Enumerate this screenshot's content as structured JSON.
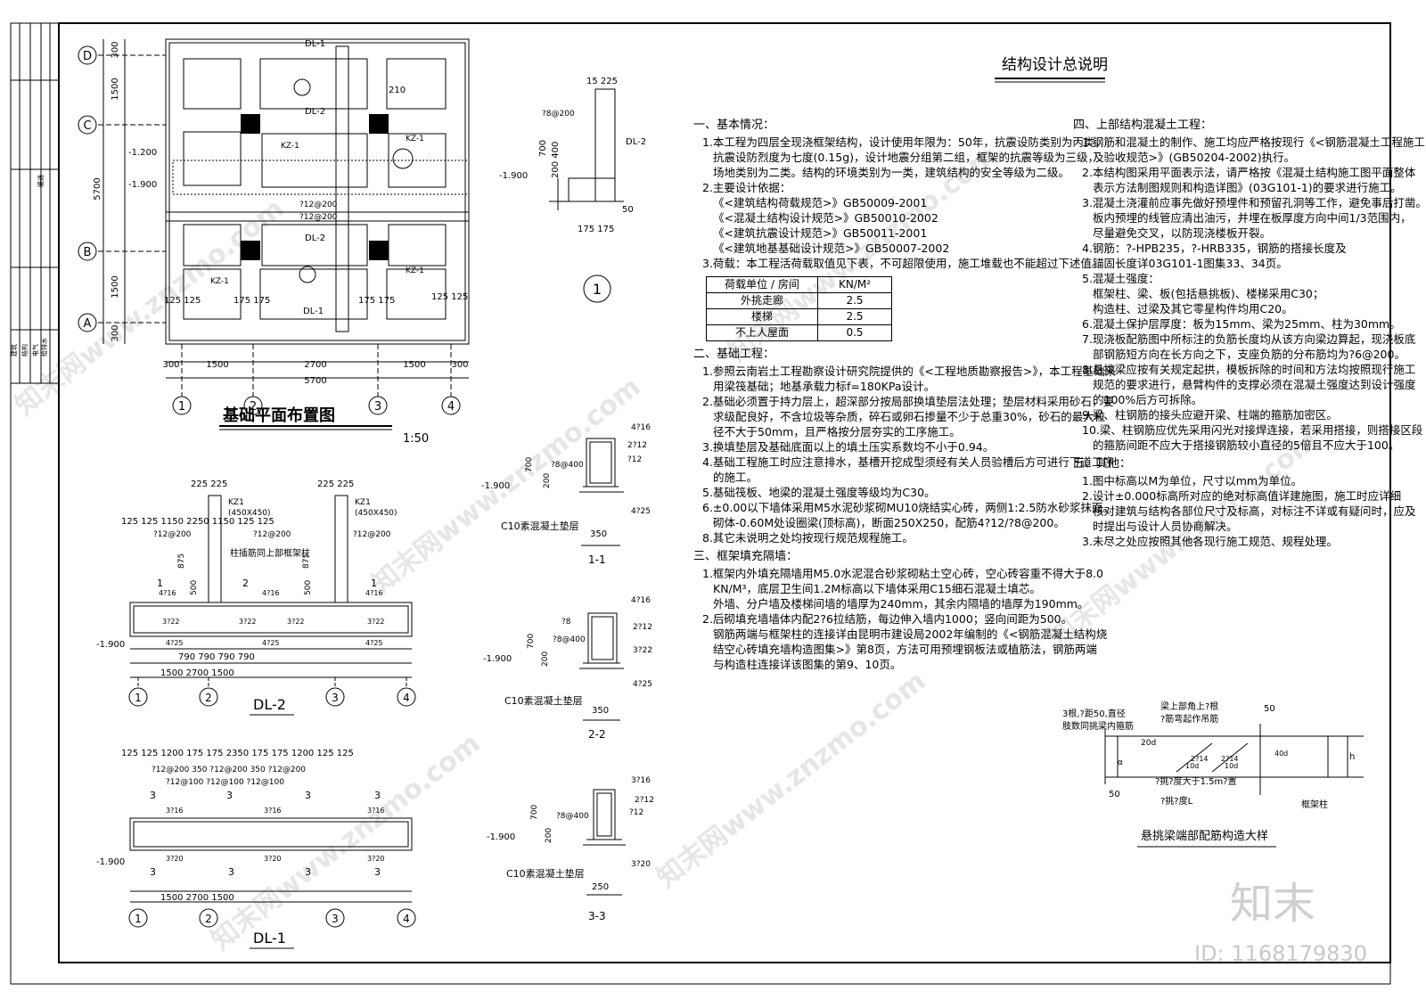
{
  "title_block": {
    "col_labels": [
      "建筑",
      "结构",
      "电气",
      "给排水",
      "暖通"
    ]
  },
  "plan": {
    "title": "基础平面布置图",
    "scale": "1:50",
    "grid_rows": [
      "D",
      "C",
      "B",
      "A"
    ],
    "grid_cols": [
      "1",
      "2",
      "3",
      "4"
    ],
    "left_dims": [
      "300",
      "1500",
      "5700",
      "1500",
      "300"
    ],
    "bottom_dims": [
      "300",
      "1500",
      "2700",
      "1500",
      "300"
    ],
    "total_dim": "5700",
    "labels": {
      "dl1": "DL-1",
      "dl2": "DL-2",
      "kz1": "KZ-1",
      "e1": "-1.200",
      "e2": "-1.900",
      "bar1": "?12@200",
      "bar2": "?12@200",
      "d125": "125 125",
      "d175": "175 175",
      "d210": "210",
      "sec": "1"
    }
  },
  "detail1": {
    "dims": [
      "15 225",
      "?8@200",
      "DL-2",
      "700",
      "200 400",
      "-1.900",
      "50",
      "175 175"
    ],
    "mark": "1"
  },
  "sections": [
    {
      "name": "1-1",
      "top": "4?16",
      "t2": "2?12",
      "t3": "?12",
      "stirrup": "?8@400",
      "bottom": "4?25",
      "elev": "-1.900",
      "dim700": "700",
      "dim200": "200",
      "pad": "C10素混凝土垫层",
      "width": "350"
    },
    {
      "name": "2-2",
      "top": "4?16",
      "t2": "2?12",
      "t3": "3?22",
      "stirrup": "?8@400",
      "t0": "?8",
      "bottom": "4?25",
      "elev": "-1.900",
      "dim700": "700",
      "dim200": "200",
      "pad": "C10素混凝土垫层",
      "width": "350"
    },
    {
      "name": "3-3",
      "top": "3?16",
      "t2": "2?12",
      "t3": "?12",
      "stirrup": "?8@400",
      "bottom": "3?20",
      "elev": "-1.900",
      "dim700": "700",
      "dim200": "200",
      "pad": "C10素混凝土垫层",
      "width": "250"
    }
  ],
  "dl2": {
    "title": "DL-2",
    "top_dims": "125 125 1150        2250        1150 125 125",
    "col_dims": "225 225",
    "kz": "KZ1",
    "kz_size": "(450X450)",
    "bar": "?12@200",
    "note": "柱插筋同上部框架柱",
    "h875": "875",
    "h500": "500",
    "r1": "4?16",
    "r2": "3?22",
    "r3": "4?25",
    "sec": "1",
    "sec2": "2",
    "elev": "-1.900",
    "dims_row1": "790   790   790   790",
    "dims_row2": "1500   2700   1500",
    "axes": [
      "1",
      "2",
      "3",
      "4"
    ]
  },
  "dl1": {
    "title": "DL-1",
    "top_dims": "125 125 1200 175 175     2350     175 175 1200 125 125",
    "bar_row1": "?12@200 350   ?12@200   350 ?12@200",
    "bar_row2": "?12@100   ?12@100   ?12@100",
    "sec": "3",
    "r1": "3?16",
    "r2": "3?20",
    "elev": "-1.900",
    "dims_row": "1500   2700   1500",
    "axes": [
      "1",
      "2",
      "3",
      "4"
    ]
  },
  "notes_title": "结构设计总说明",
  "notes_left": [
    {
      "h": "一、基本情况："
    },
    {
      "p": "1.本工程为四层全现浇框架结构，设计使用年限为：50年，抗震设防类别为丙类，"
    },
    {
      "q": "抗震设防烈度为七度(0.15g)，设计地震分组第二组，框架的抗震等级为三级，"
    },
    {
      "q": "场地类别为二类。结构的环境类别为一类，建筑结构的安全等级为二级。"
    },
    {
      "p": "2.主要设计依据："
    },
    {
      "q": "《<建筑结构荷载规范>》GB50009-2001"
    },
    {
      "q": "《<混凝土结构设计规范>》GB50010-2002"
    },
    {
      "q": "《<建筑抗震设计规范>》GB50011-2001"
    },
    {
      "q": "《<建筑地基基础设计规范>》GB50007-2002"
    },
    {
      "p": "3.荷载：本工程活荷载取值见下表，不可超限使用，施工堆载也不能超过下述值。"
    }
  ],
  "load_table": {
    "header": [
      "房间",
      "荷载单位",
      "KN/M²"
    ],
    "rows": [
      [
        "外挑走廊",
        "2.5"
      ],
      [
        "楼梯",
        "2.5"
      ],
      [
        "不上人屋面",
        "0.5"
      ]
    ]
  },
  "notes_left2": [
    {
      "h": "二、基础工程："
    },
    {
      "p": "1.参照云南岩土工程勘察设计研究院提供的《<工程地质勘察报告>》，本工程基础采"
    },
    {
      "q": "用梁筏基础；地基承载力标f=180KPa设计。"
    },
    {
      "p": "2.基础必须置于持力层上，超深部分按局部换填垫层法处理；垫层材料采用砂石，要"
    },
    {
      "q": "求级配良好，不含垃圾等杂质，碎石或卵石掺量不少于总重30%，砂石的最大粒"
    },
    {
      "q": "径不大于50mm，且严格按分层夯实的工序施工。"
    },
    {
      "p": "3.换填垫层及基础底面以上的填土压实系数均不小于0.94。"
    },
    {
      "p": "4.基础工程施工时应注意排水，基槽开挖成型须经有关人员验槽后方可进行下道工序"
    },
    {
      "q": "的施工。"
    },
    {
      "p": "5.基础筏板、地梁的混凝土强度等级均为C30。"
    },
    {
      "p": "6.±0.00以下墙体采用M5水泥砂浆砌MU10烧结实心砖，两侧1:2.5防水砂浆抹面。"
    },
    {
      "q": "砌体-0.60M处设圈梁(顶标高)，断面250X250，配筋4?12/?8@200。"
    },
    {
      "p": "8.其它未说明之处均按现行规范规程施工。"
    },
    {
      "h": "三、框架填充隔墙："
    },
    {
      "p": "1.框架内外填充隔墙用M5.0水泥混合砂浆砌粘土空心砖，空心砖容重不得大于8.0"
    },
    {
      "q": "KN/M³，底层卫生间1.2M标高以下墙体采用C15细石混凝土填芯。"
    },
    {
      "q": "外墙、分户墙及楼梯间墙的墙厚为240mm，其余内隔墙的墙厚为190mm。"
    },
    {
      "p": "2.后砌填充墙墙体内配2?6拉结筋，每边伸入墙内1000；竖向间距为500。"
    },
    {
      "q": "钢筋两端与框架柱的连接详由昆明市建设局2002年编制的《<钢筋混凝土结构烧"
    },
    {
      "q": "结空心砖填充墙构造图集>》第8页，方法可用预埋钢板法或植筋法，钢筋两端"
    },
    {
      "q": "与构造柱连接详该图集的第9、10页。"
    }
  ],
  "notes_right": [
    {
      "h": "四、上部结构混凝土工程："
    },
    {
      "p": "1.钢筋和混凝土的制作、施工均应严格按现行《<钢筋混凝土工程施工"
    },
    {
      "q": "及验收规范>》(GB50204-2002)执行。"
    },
    {
      "p": "2.本结构图采用平面表示法，请严格按《混凝土结构施工图平面整体"
    },
    {
      "q": "表示方法制图规则和构造详图》(03G101-1)的要求进行施工。"
    },
    {
      "p": "3.混凝土浇灌前应事先做好预埋件和预留孔洞等工作，避免事后打凿。"
    },
    {
      "q": "板内预埋的线管应清出油污，并埋在板厚度方向中间1/3范围内，"
    },
    {
      "q": "尽量避免交叉，以防现浇楼板开裂。"
    },
    {
      "p": "4.钢筋：?-HPB235，?-HRB335，钢筋的搭接长度及"
    },
    {
      "q": "锚固长度详03G101-1图集33、34页。"
    },
    {
      "p": "5.混凝土强度："
    },
    {
      "q": "框架柱、梁、板(包括悬挑板)、楼梯采用C30；"
    },
    {
      "q": "构造柱、过梁及其它零星构件均用C20。"
    },
    {
      "p": "6.混凝土保护层厚度：板为15mm、梁为25mm、柱为30mm。"
    },
    {
      "p": "7.现浇板配筋图中所标注的负筋长度均从该方向梁边算起，现浇板底"
    },
    {
      "q": "部钢筋短方向在长方向之下，支座负筋的分布筋均为?6@200。"
    },
    {
      "p": "8.悬挑梁应按有关规定起拱，模板拆除的时间和方法均按照现行施工"
    },
    {
      "q": "规范的要求进行，悬臂构件的支撑必须在混凝土强度达到设计强度"
    },
    {
      "q": "的100%后方可拆除。"
    },
    {
      "p": "9.梁、柱钢筋的接头应避开梁、柱端的箍筋加密区。"
    },
    {
      "p": "10.梁、柱钢筋应优先采用闪光对接焊连接，若采用搭接，则搭接区段"
    },
    {
      "q": "的箍筋间距不应大于搭接钢筋较小直径的5倍且不应大于100。"
    },
    {
      "h": "五、其他："
    },
    {
      "p": "1.图中标高以M为单位，尺寸以mm为单位。"
    },
    {
      "p": "2.设计±0.000标高所对应的绝对标高值详建施图，施工时应详细"
    },
    {
      "q": "核对建筑与结构各部位尺寸及标高，对标注不详或有疑问时，应及"
    },
    {
      "q": "时提出与设计人员协商解决。"
    },
    {
      "p": "3.未尽之处应按照其他各现行施工规范、规程处理。"
    }
  ],
  "cantilever": {
    "title": "悬挑梁端部配筋构造大样",
    "t1": "梁上部角上?根",
    "t2": "?筋弯起作吊筋",
    "t3": "3根,?距50,直径",
    "t4": "肢数同挑梁内箍筋",
    "t5": "20d",
    "t6": "50",
    "t7": "h",
    "t8": "2?14",
    "t9": "10d",
    "t10": "40d",
    "t11": "?挑?度L",
    "t12": "?挑?度大于1.5m?置",
    "t13": "框架柱",
    "t14": "50",
    "t15": "α"
  },
  "watermark": {
    "brand": "知末",
    "id": "ID: 1168179830",
    "site": "znzmo.com",
    "site2": "知末网www.znzmo.com"
  }
}
